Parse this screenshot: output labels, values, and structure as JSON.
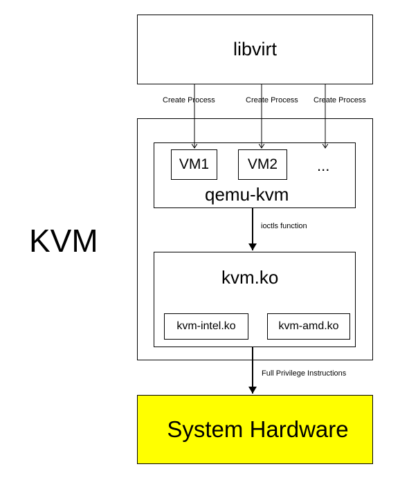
{
  "side_label": "KVM",
  "libvirt": {
    "title": "libvirt"
  },
  "create_process_labels": [
    "Create Process",
    "Create Process",
    "Create Process"
  ],
  "qemu_kvm": {
    "title": "qemu-kvm",
    "vms": [
      "VM1",
      "VM2"
    ],
    "ellipsis": "..."
  },
  "ioctls_label": "ioctls function",
  "kvm_ko": {
    "title": "kvm.ko",
    "modules": [
      "kvm-intel.ko",
      "kvm-amd.ko"
    ]
  },
  "privilege_label": "Full Privilege Instructions",
  "hardware": {
    "title": "System Hardware",
    "color": "#ffff00"
  }
}
